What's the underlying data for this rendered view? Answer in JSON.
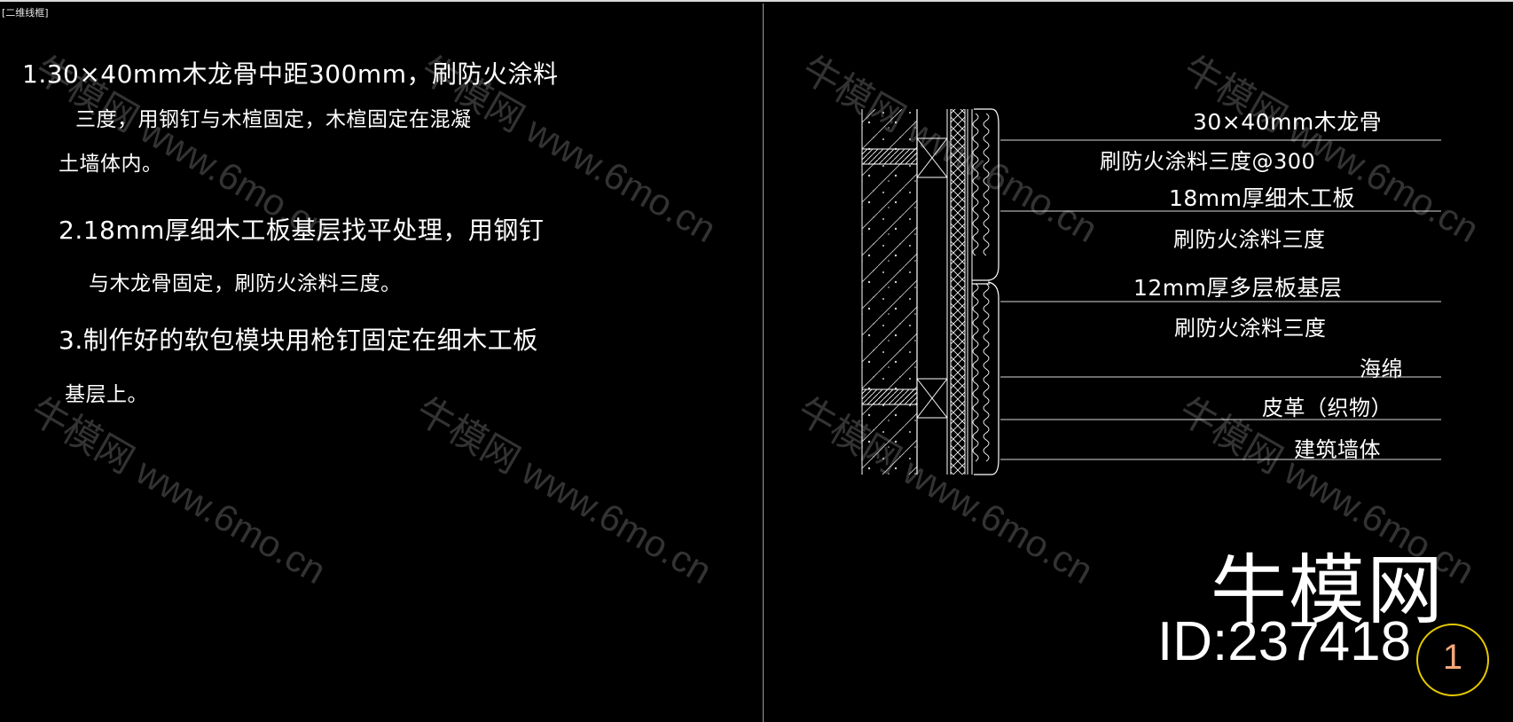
{
  "viewport_label": "[二维线框]",
  "notes": {
    "item1_line1": "1.30×40mm木龙骨中距300mm，刷防火涂料",
    "item1_line2": "三度，用钢钉与木楦固定，木楦固定在混凝",
    "item1_line3": "土墙体内。",
    "item2_line1": "2.18mm厚细木工板基层找平处理，用钢钉",
    "item2_line2": "与木龙骨固定，刷防火涂料三度。",
    "item3_line1": "3.制作好的软包模块用枪钉固定在细木工板",
    "item3_line2": "基层上。"
  },
  "callouts": [
    "30×40mm木龙骨",
    "刷防火涂料三度@300",
    "18mm厚细木工板",
    "刷防火涂料三度",
    "12mm厚多层板基层",
    "刷防火涂料三度",
    "海绵",
    "皮革（织物）",
    "建筑墙体"
  ],
  "watermark": {
    "brand_text": "牛模网",
    "url_text": "www.6mo.cn"
  },
  "brand": {
    "name": "牛模网",
    "id_label": "ID:237418"
  },
  "detail_number": "1",
  "colors": {
    "background": "#000000",
    "linework": "#ffffff",
    "bubble_outline": "#e6c800",
    "bubble_number": "#f3a77a"
  }
}
